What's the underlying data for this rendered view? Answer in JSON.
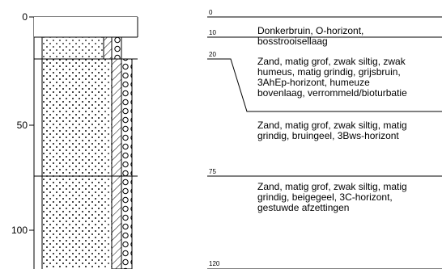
{
  "axis": {
    "ticks": [
      "0",
      "50",
      "100"
    ]
  },
  "depths": [
    "0",
    "10",
    "20",
    "75",
    "120"
  ],
  "layers": [
    {
      "description": "Donkerbruin, O-horizont,\nbosstrooisellaag"
    },
    {
      "description": "Zand, matig grof, zwak siltig, zwak\nhumeus, matig grindig, grijsbruin,\n3AhEp-horizont, humeuze\nbovenlaag, verrommeld/bioturbatie"
    },
    {
      "description": "Zand, matig grof, zwak siltig, matig\ngrindig, bruingeel, 3Bws-horizont"
    },
    {
      "description": "Zand, matig grof, zwak siltig, matig\ngrindig, beigegeel, 3C-horizont,\ngestuwde afzettingen"
    }
  ],
  "colors": {
    "line": "#000000",
    "background": "#ffffff"
  }
}
